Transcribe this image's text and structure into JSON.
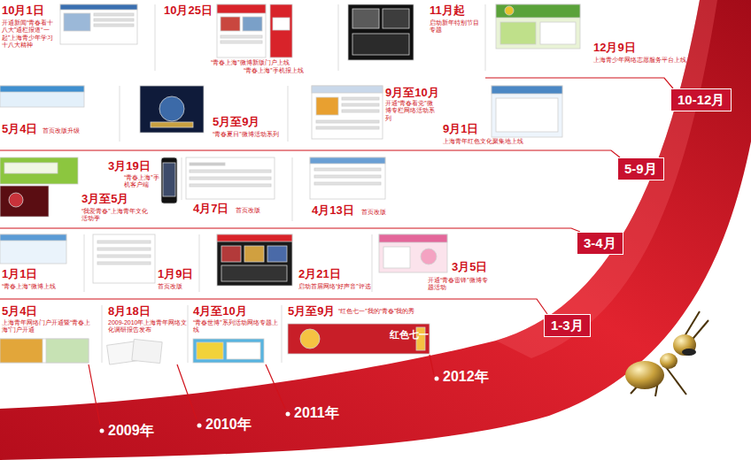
{
  "diagram": {
    "nodes": [
      {
        "text": [
          "10-12月"
        ]
      },
      {
        "text": [
          "5-9月"
        ]
      },
      {
        "text": [
          "3-4月"
        ]
      },
      {
        "text": [
          "1-3月"
        ]
      }
    ],
    "labels": [
      "10月1日",
      "开通新闻“青春看十八大”通栏报道“一起”上海青少年学习十八大精神",
      "10月25日",
      "“青春上海”微博新版门户上线",
      "“青春上海”手机报上线",
      "11月起",
      "启动新年特别节目专题",
      "12月9日",
      "上海青少年网络志愿服务平台上线",
      "5月4日",
      "首页改版升级",
      "5月至9月",
      "“青春夏日”微博活动系列",
      "9月至10月",
      "开通“青春看党”微博专栏网络活动系列",
      "9月1日",
      "上海青年红色文化聚集地上线",
      "3月19日",
      "“青春上海”手机客户端",
      "3月至5月",
      "“我爱青春”上海青年文化活动季",
      "4月7日",
      "首页改版",
      "4月13日",
      "首页改版",
      "1月1日",
      "“青春上海”微博上线",
      "1月9日",
      "首页改版",
      "2月21日",
      "启动首届网络“好声音”评选",
      "3月5日",
      "开通“青春雷锋”微博专题活动",
      "5月4日",
      "上海青年网络门户开通暨“青春上海”门户开通",
      "8月18日",
      "2009-2010年上海青年网络文化调研报告发布",
      "4月至10月",
      "“青春世博”系列活动网络专题上线",
      "5月至9月",
      "“红色七一”我的“青春”我的秀",
      "红色七一",
      "2009年",
      "2010年",
      "2011年",
      "2012年"
    ]
  }
}
